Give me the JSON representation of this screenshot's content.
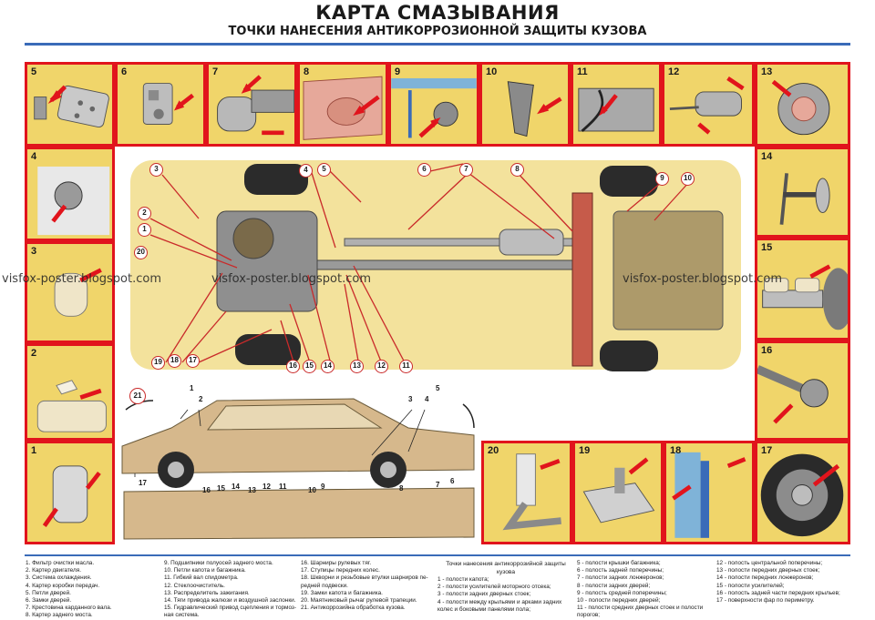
{
  "header": {
    "title": "КАРТА СМАЗЫВАНИЯ",
    "subtitle": "ТОЧКИ НАНЕСЕНИЯ АНТИКОРРОЗИОННОЙ ЗАЩИТЫ КУЗОВА"
  },
  "panels": [
    {
      "num": "5"
    },
    {
      "num": "6"
    },
    {
      "num": "7"
    },
    {
      "num": "8"
    },
    {
      "num": "9"
    },
    {
      "num": "10"
    },
    {
      "num": "11"
    },
    {
      "num": "12"
    },
    {
      "num": "13"
    },
    {
      "num": "4"
    },
    {
      "num": "3"
    },
    {
      "num": "2"
    },
    {
      "num": "1"
    },
    {
      "num": "14"
    },
    {
      "num": "15"
    },
    {
      "num": "16"
    },
    {
      "num": "17"
    },
    {
      "num": "20"
    },
    {
      "num": "19"
    },
    {
      "num": "18"
    }
  ],
  "callouts": {
    "c1": "1",
    "c2": "2",
    "c3": "3",
    "c4": "4",
    "c5": "5",
    "c6": "6",
    "c7": "7",
    "c8": "8",
    "c9": "9",
    "c10": "10",
    "c11": "11",
    "c12": "12",
    "c13": "13",
    "c14": "14",
    "c15": "15",
    "c16": "16",
    "c17": "17",
    "c18": "18",
    "c19": "19",
    "c20": "20",
    "c21": "21"
  },
  "car_labels": {
    "l1": "1",
    "l2": "2",
    "l3": "3",
    "l4": "4",
    "l5": "5",
    "l6": "6",
    "l7": "7",
    "l8": "8",
    "l9": "9",
    "l10": "10",
    "l11": "11",
    "l12": "12",
    "l13": "13",
    "l14": "14",
    "l15": "15",
    "l16": "16",
    "l17": "17"
  },
  "watermark": "visfox-poster.blogspot.com",
  "legend": {
    "col1": [
      "1. Фильтр очистки масла.",
      "2. Картер двигателя.",
      "3. Система охлаждения.",
      "4. Картер коробки передач.",
      "5. Петли дверей.",
      "6. Замки дверей.",
      "7. Крестовина карданного вала.",
      "8. Картер заднего моста."
    ],
    "col2": [
      "9. Подшипники полуосей заднего моста.",
      "10. Петли капота и багажника.",
      "11. Гибкий вал спидометра.",
      "12. Стеклоочиститель.",
      "13. Распределитель зажигания.",
      "14. Тяги привода жалюзи и воздушной заслонки.",
      "15. Гидравлический привод сцепления и тормоз-",
      "ная система."
    ],
    "col3": [
      "16. Шарниры рулевых тяг.",
      "17. Ступицы передних колес.",
      "18. Шкворни и резьбовые втулки шарниров пе-",
      "редней подвески.",
      "19. Замки капота и багажника.",
      "20. Маятниковый рычаг рулевой трапеции.",
      "21. Антикоррозийна обработка кузова."
    ],
    "col4_head": "Точки нанесения антикоррозийной защиты кузова",
    "col4": [
      "1 - полости капота;",
      "2 - полости усилителей моторного отсека;",
      "3 - полости задних дверных стоек;",
      "4 - полости между крыльями и арками задних",
      "колес и боковыми панелями пола;"
    ],
    "col5": [
      "5 - полости крышки багажника;",
      "6 - полость задней поперечины;",
      "7 - полости задних лонжеронов;",
      "8 - полости задних дверей;",
      "9 - полость средней поперечины;",
      "10 - полости передних дверей;",
      "11 - полости средних дверных стоек и полости",
      "порогов;"
    ],
    "col6": [
      "12 - полость центральной поперечины;",
      "13 - полости передних дверных стоек;",
      "14 - полости передних лонжеронов;",
      "15 - полости усилителей;",
      "16 - полость задней части передних крыльев;",
      "17 - поверхности фар по периметру."
    ]
  },
  "colors": {
    "panel_bg": "#f0d56a",
    "panel_border": "#e1141c",
    "rule": "#3a6bb8"
  }
}
